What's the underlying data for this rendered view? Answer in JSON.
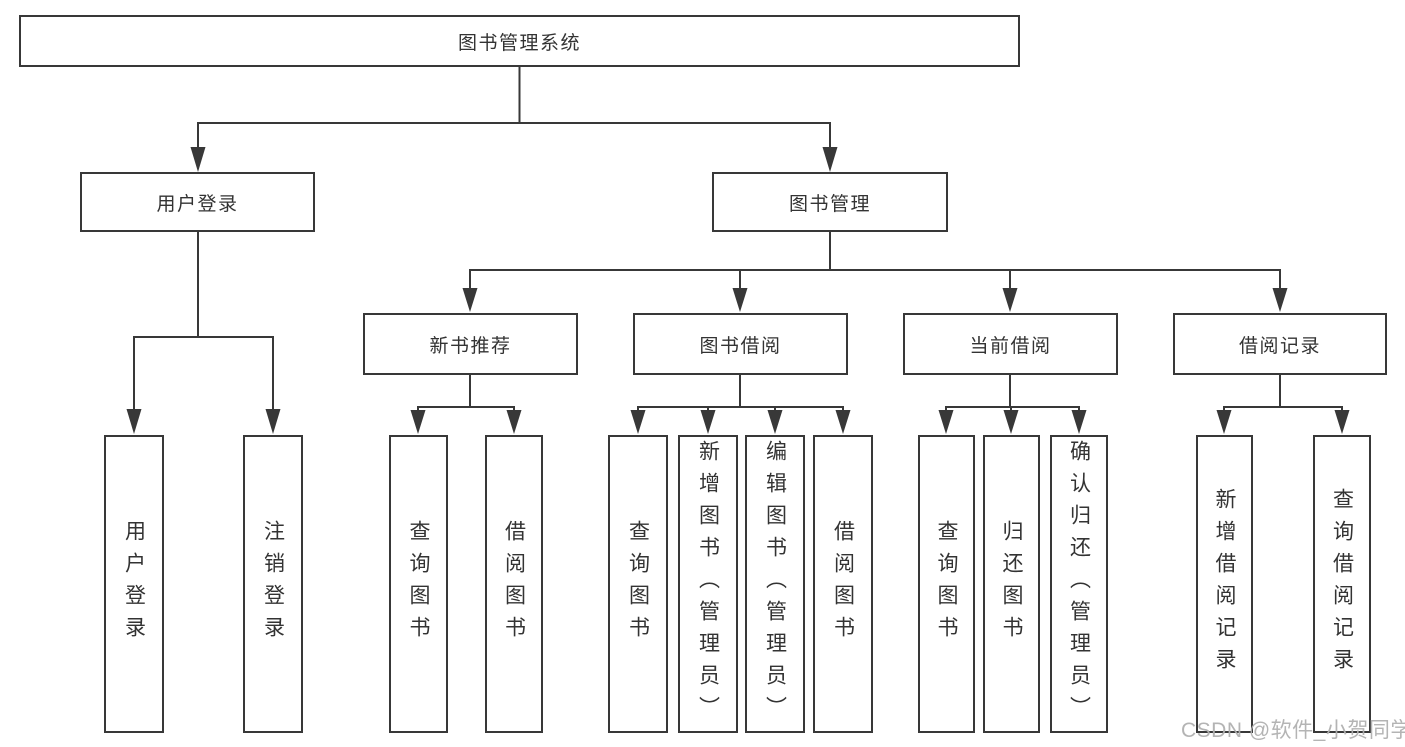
{
  "diagram": {
    "root": "图书管理系统",
    "level2": {
      "user_login": "用户登录",
      "book_management": "图书管理"
    },
    "level3": {
      "new_book_recommend": "新书推荐",
      "book_borrowing": "图书借阅",
      "current_borrowing": "当前借阅",
      "borrowing_records": "借阅记录"
    },
    "leaves": {
      "user_login": [
        "用户登录",
        "注销登录"
      ],
      "new_book_recommend": [
        "查询图书",
        "借阅图书"
      ],
      "book_borrowing": [
        "查询图书",
        "新增图书（管理员）",
        "编辑图书（管理员）",
        "借阅图书"
      ],
      "current_borrowing": [
        "查询图书",
        "归还图书",
        "确认归还（管理员）"
      ],
      "borrowing_records": [
        "新增借阅记录",
        "查询借阅记录"
      ]
    }
  },
  "watermark": "CSDN @软件_小贺同学",
  "colors": {
    "line": "#383838",
    "border": "#383838",
    "text": "#333333",
    "watermark": "#b0b0b0",
    "background": "#ffffff"
  }
}
